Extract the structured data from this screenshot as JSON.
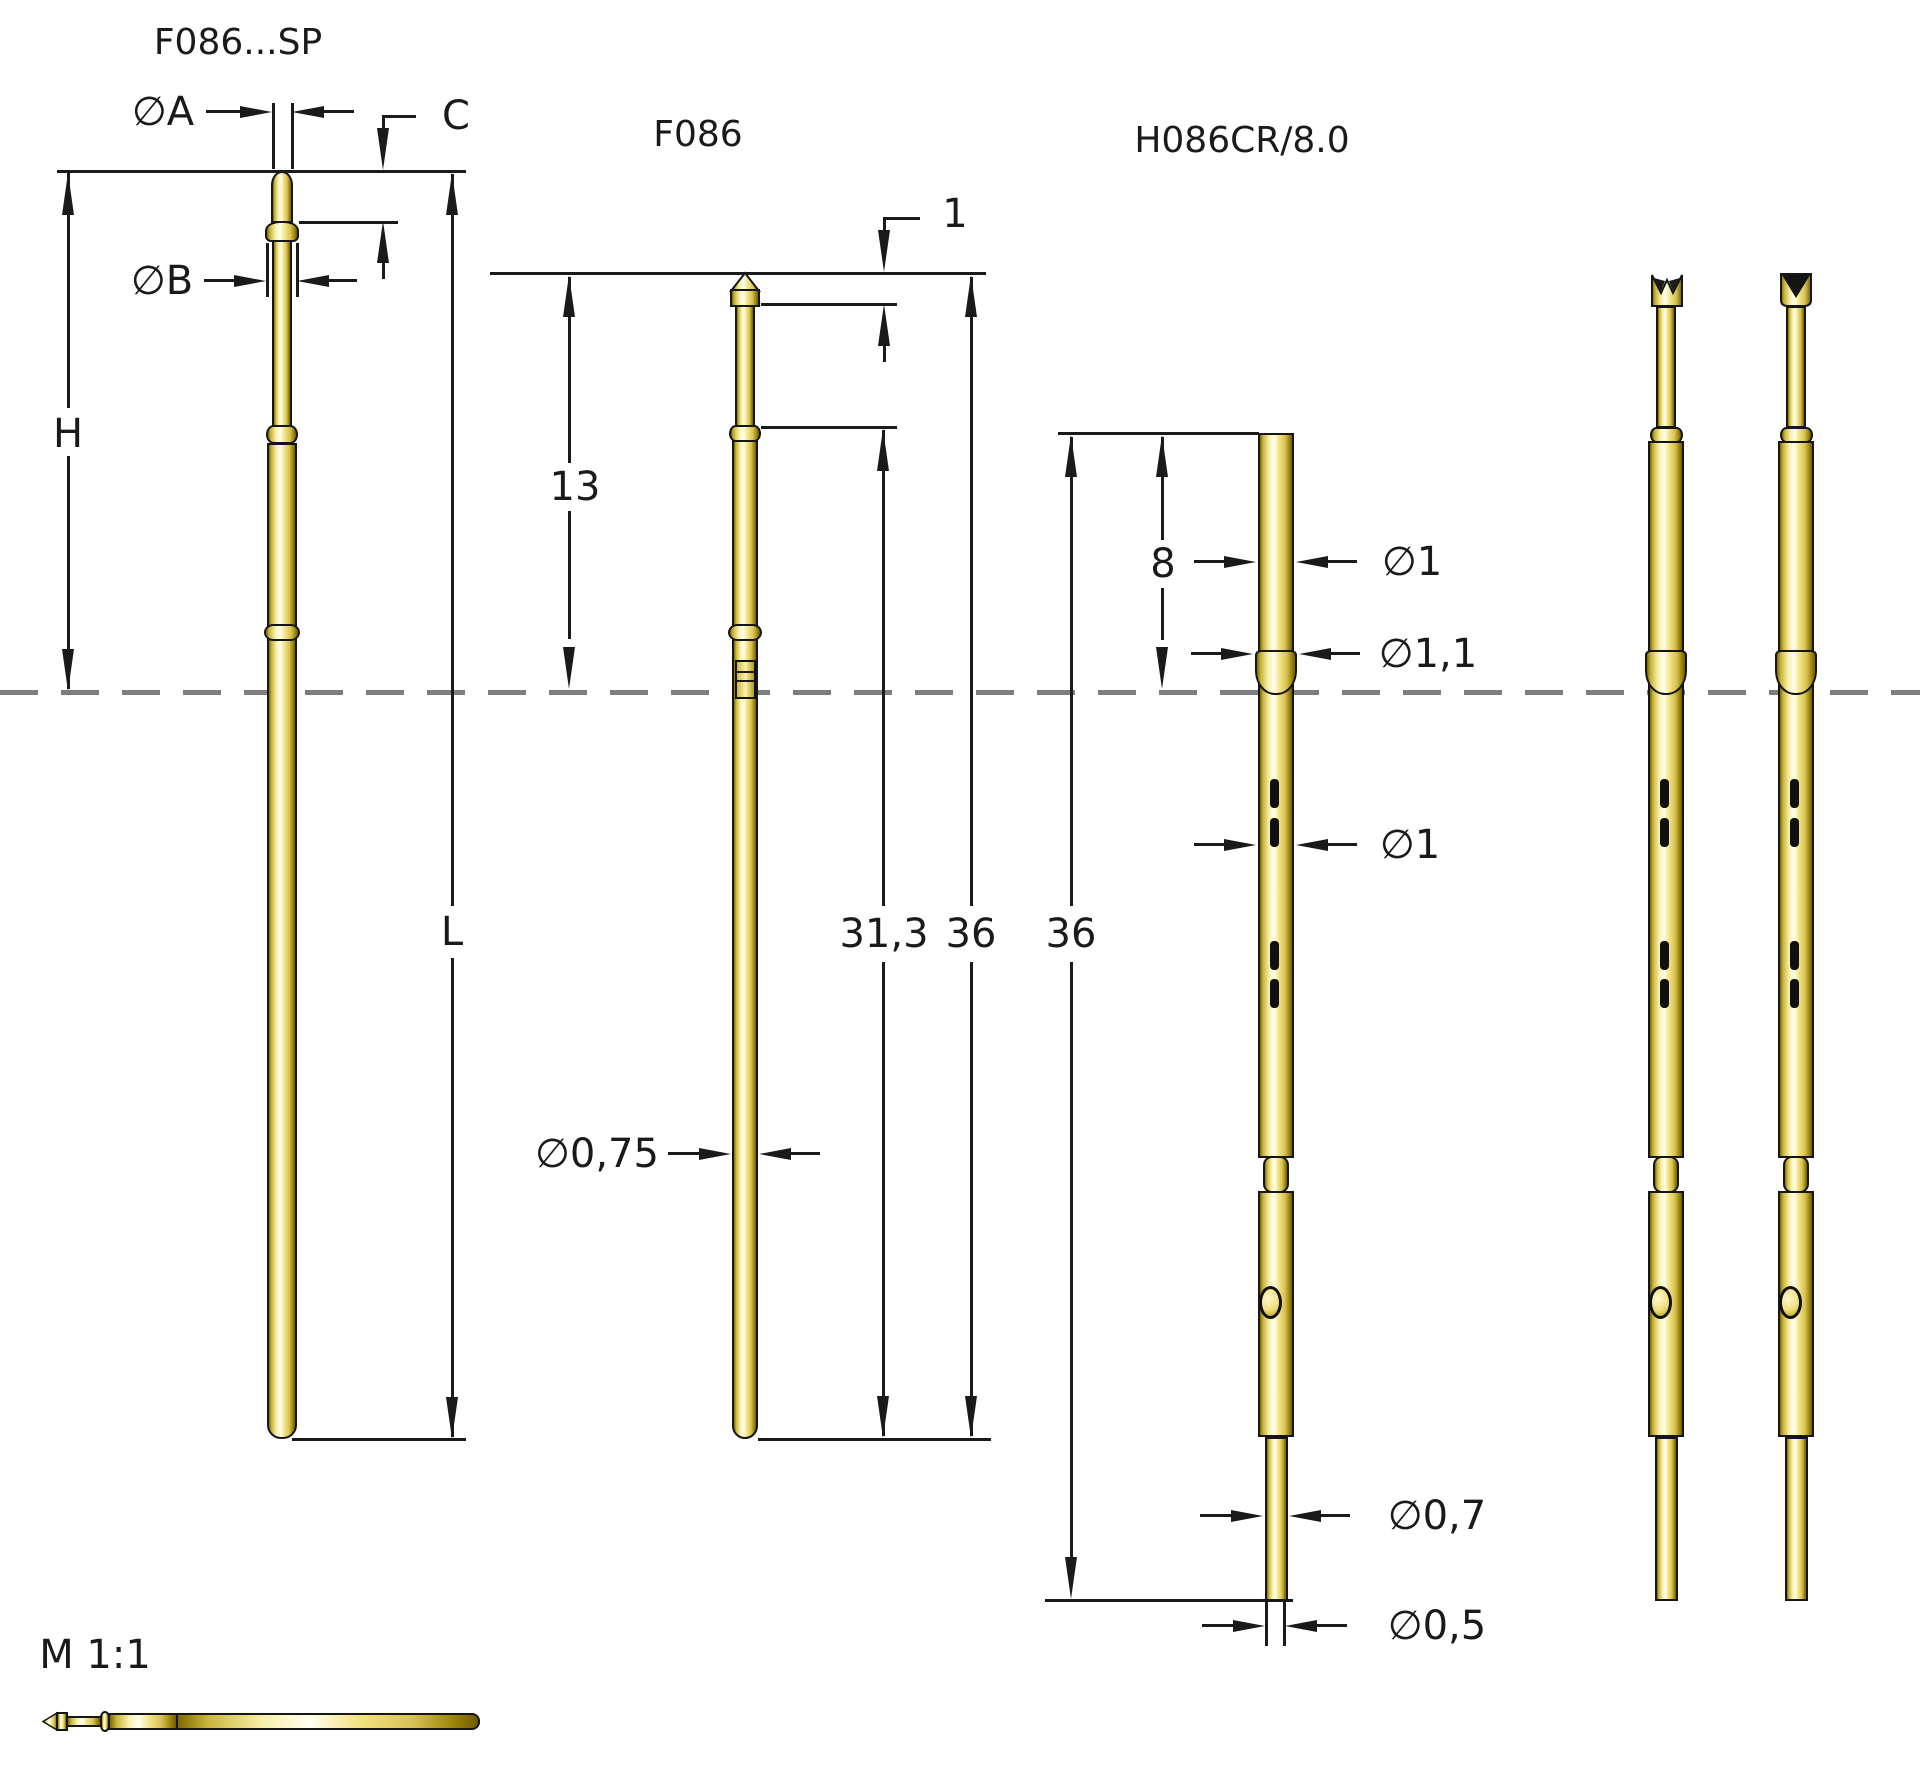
{
  "labels": {
    "probe1_title": "F086...SP",
    "probe2_title": "F086",
    "probe3_title": "H086CR/8.0",
    "dia_a": "∅A",
    "dim_c": "C",
    "dia_b": "∅B",
    "dim_h": "H",
    "dim_l": "L",
    "dim_1": "1",
    "dim_13": "13",
    "dim_31_3": "31,3",
    "dim_36_f086": "36",
    "dim_8": "8",
    "dia_1_top": "∅1",
    "dia_1_1": "∅1,1",
    "dia_1_mid": "∅1",
    "dim_36_h086": "36",
    "dia_0_75": "∅0,75",
    "dia_0_7": "∅0,7",
    "dia_0_5": "∅0,5",
    "scale_note": "M 1:1"
  },
  "colors": {
    "ink": "#1a1a1a",
    "centerline": "#7e7e7e",
    "background": "#ffffff",
    "gold_light": "#fffef0",
    "gold_mid": "#f2e382",
    "gold_dark": "#7d6a00"
  }
}
